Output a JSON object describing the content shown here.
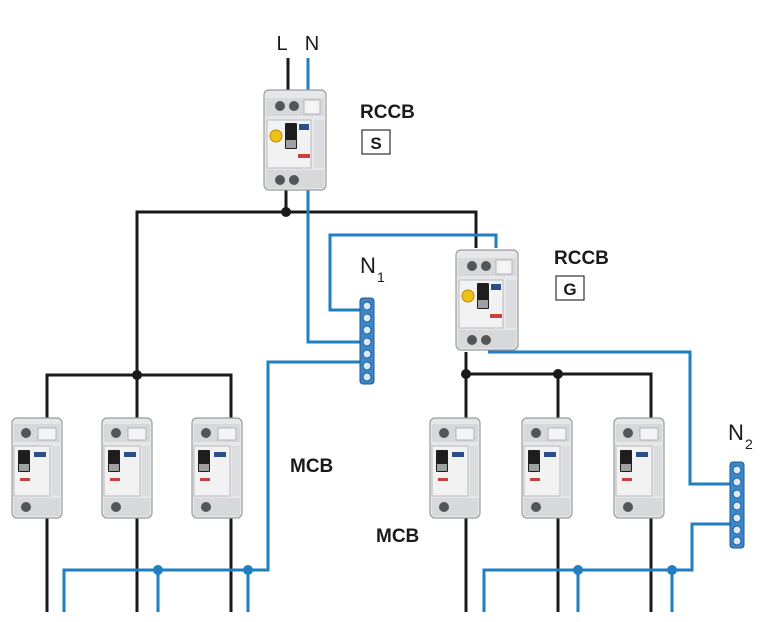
{
  "supply": {
    "live": "L",
    "neutral": "N"
  },
  "rccb_main": {
    "label": "RCCB",
    "type": "S"
  },
  "rccb_sub": {
    "label": "RCCB",
    "type": "G"
  },
  "neutral_bar_1": {
    "label": "N",
    "sub": "1"
  },
  "neutral_bar_2": {
    "label": "N",
    "sub": "2"
  },
  "mcb_left": {
    "label": "MCB"
  },
  "mcb_right": {
    "label": "MCB"
  },
  "colors": {
    "live_wire": "#1a1a1a",
    "neutral_wire": "#1f7fc0",
    "device_body": "#e9eaeb",
    "neutral_bar": "#3b87c8"
  }
}
